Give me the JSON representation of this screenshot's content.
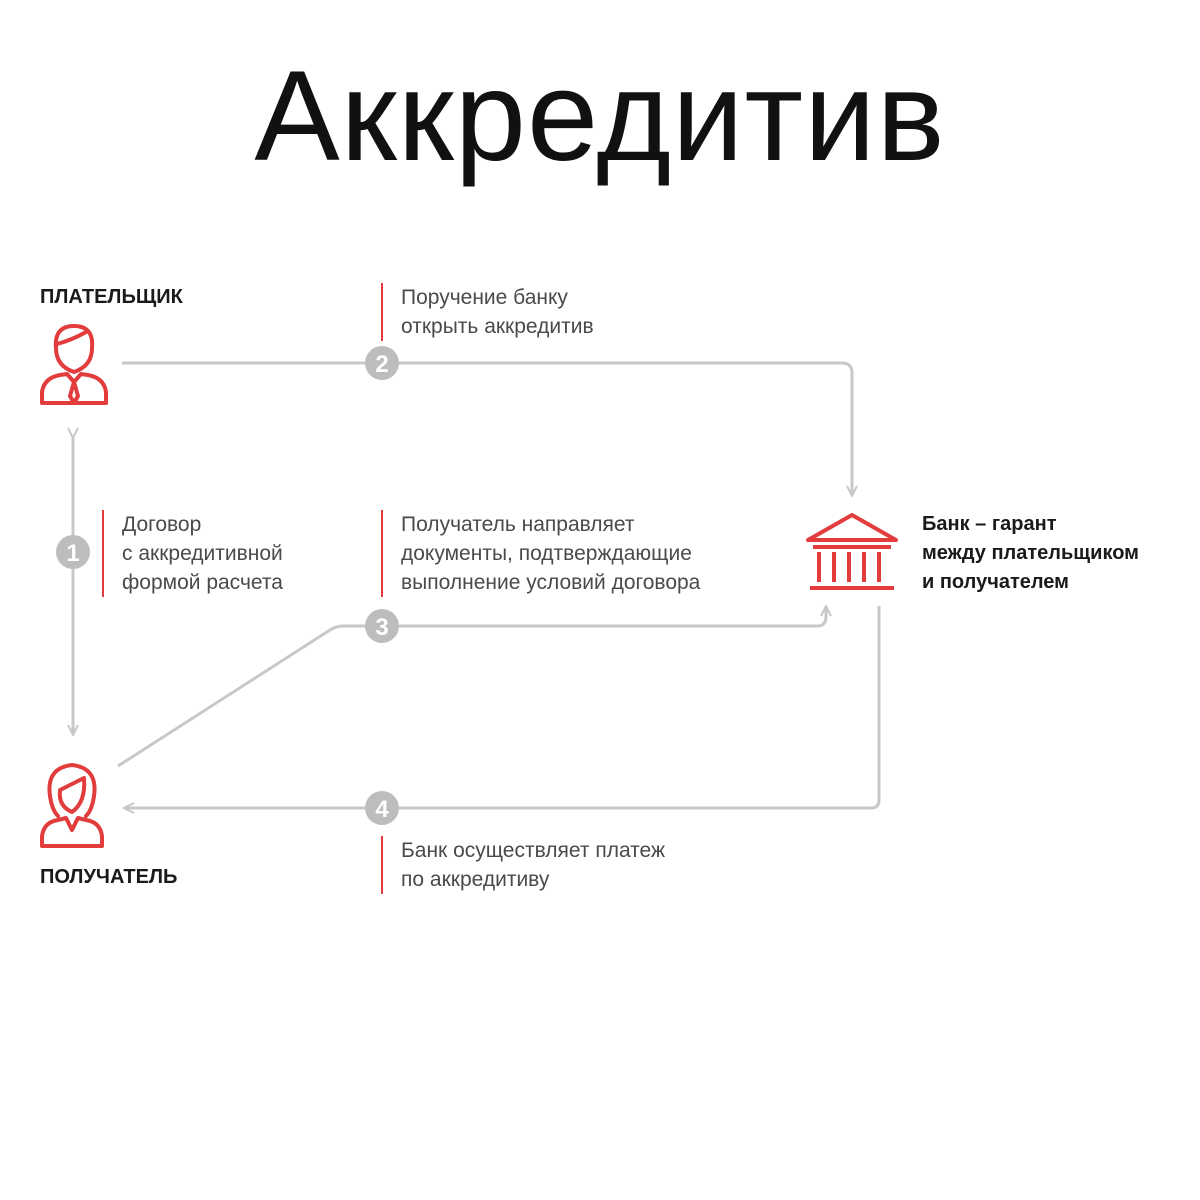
{
  "title": "Аккредитив",
  "payer": {
    "label": "ПЛАТЕЛЬЩИК",
    "icon": "man-icon"
  },
  "recipient": {
    "label": "ПОЛУЧАТЕЛЬ",
    "icon": "woman-icon"
  },
  "bank": {
    "icon": "bank-building-icon",
    "lines": [
      "Банк – гарант",
      "между плательщиком",
      "и получателем"
    ]
  },
  "steps": [
    {
      "number": "1",
      "lines": [
        "Договор",
        "с аккредитивной",
        "формой расчета"
      ]
    },
    {
      "number": "2",
      "lines": [
        "Поручение банку",
        "открыть аккредитив"
      ]
    },
    {
      "number": "3",
      "lines": [
        "Получатель направляет",
        "документы,  подтверждающие",
        "выполнение условий договора"
      ]
    },
    {
      "number": "4",
      "lines": [
        "Банк осуществляет платеж",
        "по аккредитиву"
      ]
    }
  ],
  "colors": {
    "accent": "#e23c3c",
    "connector": "#c8c8c8",
    "badge": "#bdbdbd",
    "text": "#4a4a4a"
  }
}
